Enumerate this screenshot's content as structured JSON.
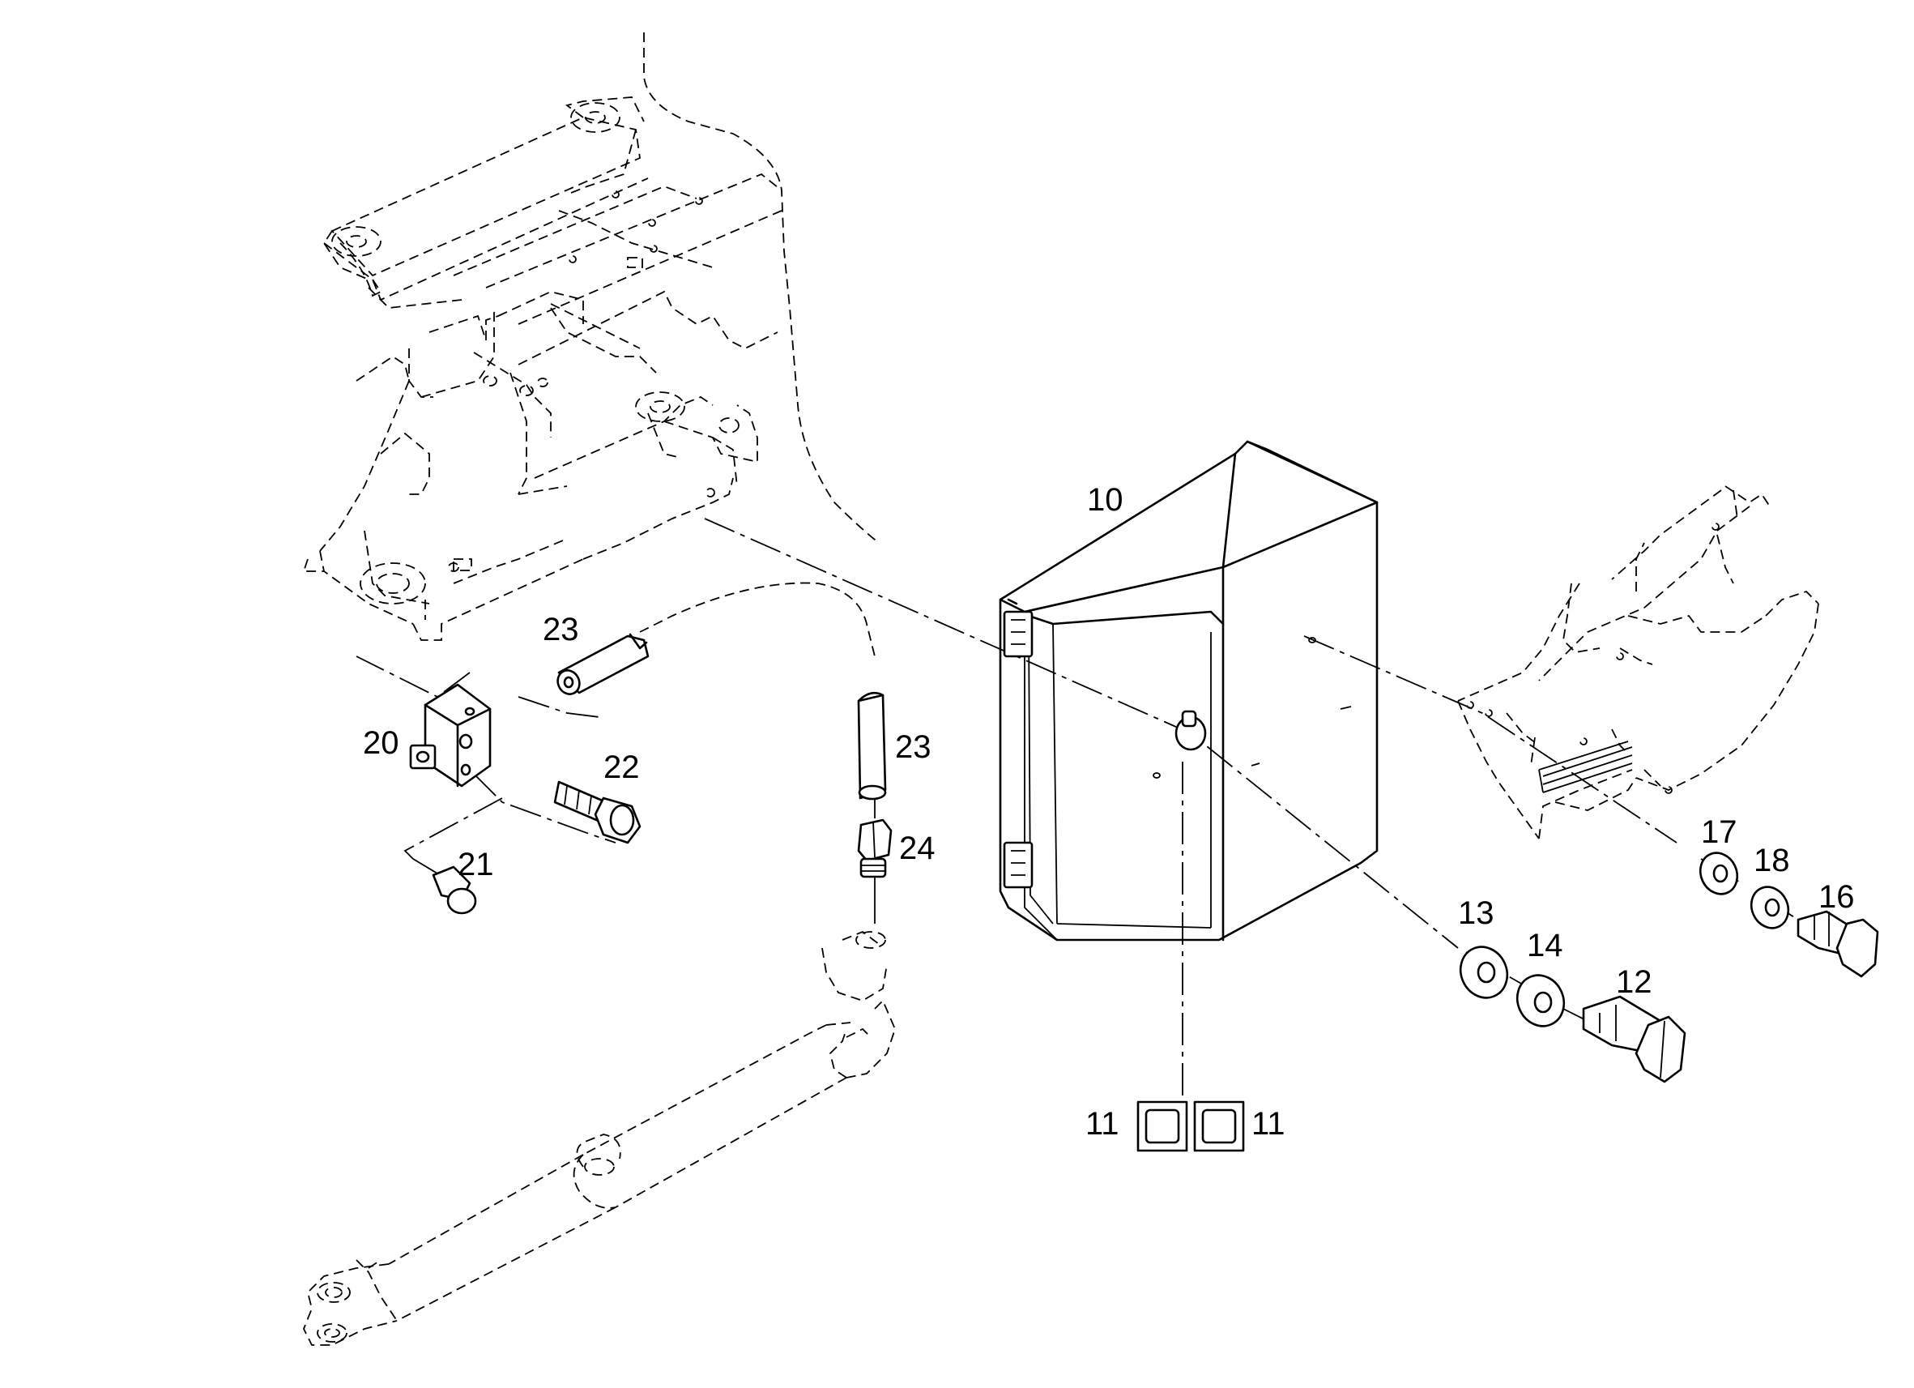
{
  "diagram": {
    "callouts": {
      "c10": "10",
      "c11a": "11",
      "c11b": "11",
      "c12": "12",
      "c13": "13",
      "c14": "14",
      "c16": "16",
      "c17": "17",
      "c18": "18",
      "c20": "20",
      "c21": "21",
      "c22": "22",
      "c23a": "23",
      "c23b": "23",
      "c24": "24"
    }
  }
}
